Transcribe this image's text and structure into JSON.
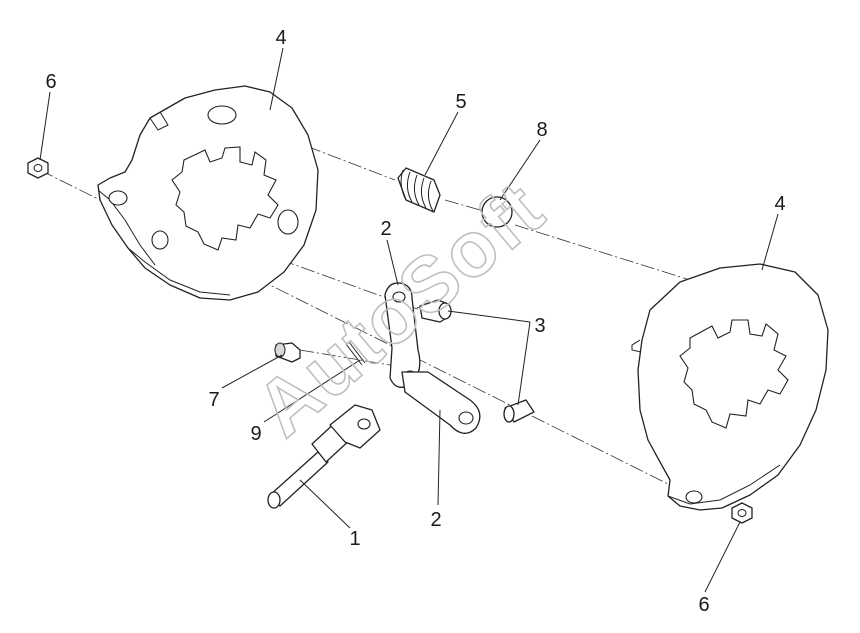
{
  "watermark": "AutoSoft",
  "callouts": [
    {
      "id": "callout-4-left",
      "text": "4"
    },
    {
      "id": "callout-6-left",
      "text": "6"
    },
    {
      "id": "callout-5",
      "text": "5"
    },
    {
      "id": "callout-8",
      "text": "8"
    },
    {
      "id": "callout-4-right",
      "text": "4"
    },
    {
      "id": "callout-2-top",
      "text": "2"
    },
    {
      "id": "callout-3",
      "text": "3"
    },
    {
      "id": "callout-7",
      "text": "7"
    },
    {
      "id": "callout-9",
      "text": "9"
    },
    {
      "id": "callout-2-bottom",
      "text": "2"
    },
    {
      "id": "callout-1",
      "text": "1"
    },
    {
      "id": "callout-6-right",
      "text": "6"
    }
  ]
}
